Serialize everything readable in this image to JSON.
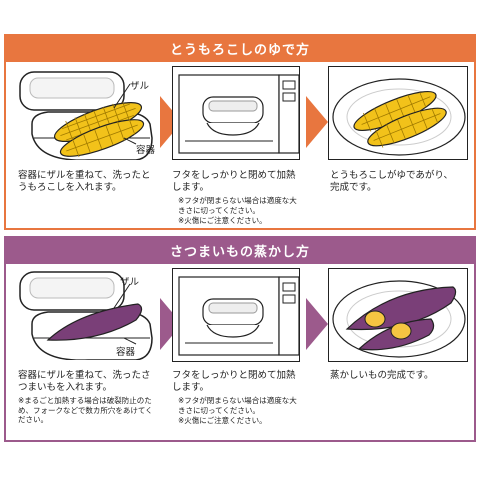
{
  "corn_section": {
    "title": "とうもろこしのゆで方",
    "step1": {
      "caption": "容器にザルを重ねて、洗ったとうもろこしを入れます。",
      "label_zaru": "ザル",
      "label_youki": "容器"
    },
    "step2": {
      "caption": "フタをしっかりと閉めて加熱します。",
      "note1": "※フタが閉まらない場合は適度な大きさに切ってください。",
      "note2": "※火傷にご注意ください。"
    },
    "step3": {
      "caption": "とうもろこしがゆであがり、完成です。"
    }
  },
  "potato_section": {
    "title": "さつまいもの蒸かし方",
    "step1": {
      "caption": "容器にザルを重ねて、洗ったさつまいもを入れます。",
      "note1": "※まるごと加熱する場合は破裂防止のため、フォークなどで数カ所穴をあけてください。",
      "label_zaru": "ザル",
      "label_youki": "容器"
    },
    "step2": {
      "caption": "フタをしっかりと閉めて加熱します。",
      "note1": "※フタが閉まらない場合は適度な大きさに切ってください。",
      "note2": "※火傷にご注意ください。"
    },
    "step3": {
      "caption": "蒸かしいもの完成です。"
    }
  },
  "colors": {
    "corn_accent": "#e8763f",
    "potato_accent": "#9c5a8c",
    "corn_yellow": "#f2c21a",
    "potato_purple": "#7a3f78"
  }
}
